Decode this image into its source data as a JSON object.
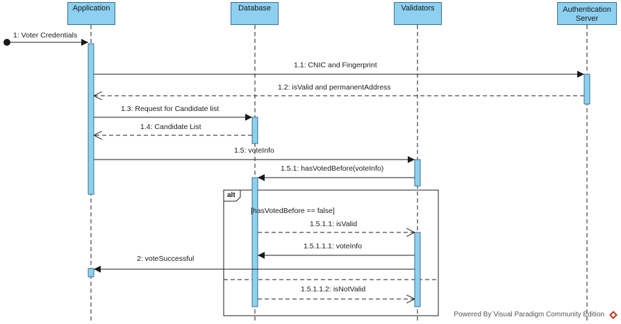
{
  "lifelines": {
    "application": "Application",
    "database": "Database",
    "validators": "Validators",
    "auth_line1": "Authentication",
    "auth_line2": "Server"
  },
  "messages": {
    "m1": "1: Voter Credentials",
    "m1_1": "1.1: CNIC and Fingerprint",
    "m1_2": "1.2: isValid and permanentAddress",
    "m1_3": "1.3: Request for Candidate list",
    "m1_4": "1.4: Candidate List",
    "m1_5": "1.5: voteInfo",
    "m1_5_1": "1.5.1: hasVotedBefore(voteInfo)",
    "m1_5_1_1": "1.5.1.1: isValid",
    "m1_5_1_1_1": "1.5.1.1.1: voteInfo",
    "m2": "2: voteSuccessful",
    "m1_5_1_2": "1.5.1.1.2: isNotValid"
  },
  "frame": {
    "operator": "alt",
    "guard": "[hasVotedBefore == false]"
  },
  "footer": {
    "text": "Powered By¨Visual Paradigm Community Edition"
  },
  "colors": {
    "lifeline_fill": "#8dd0ef",
    "activation_fill": "#8dd0ef",
    "line": "#1a1a1a",
    "logo": "#c0392b"
  }
}
